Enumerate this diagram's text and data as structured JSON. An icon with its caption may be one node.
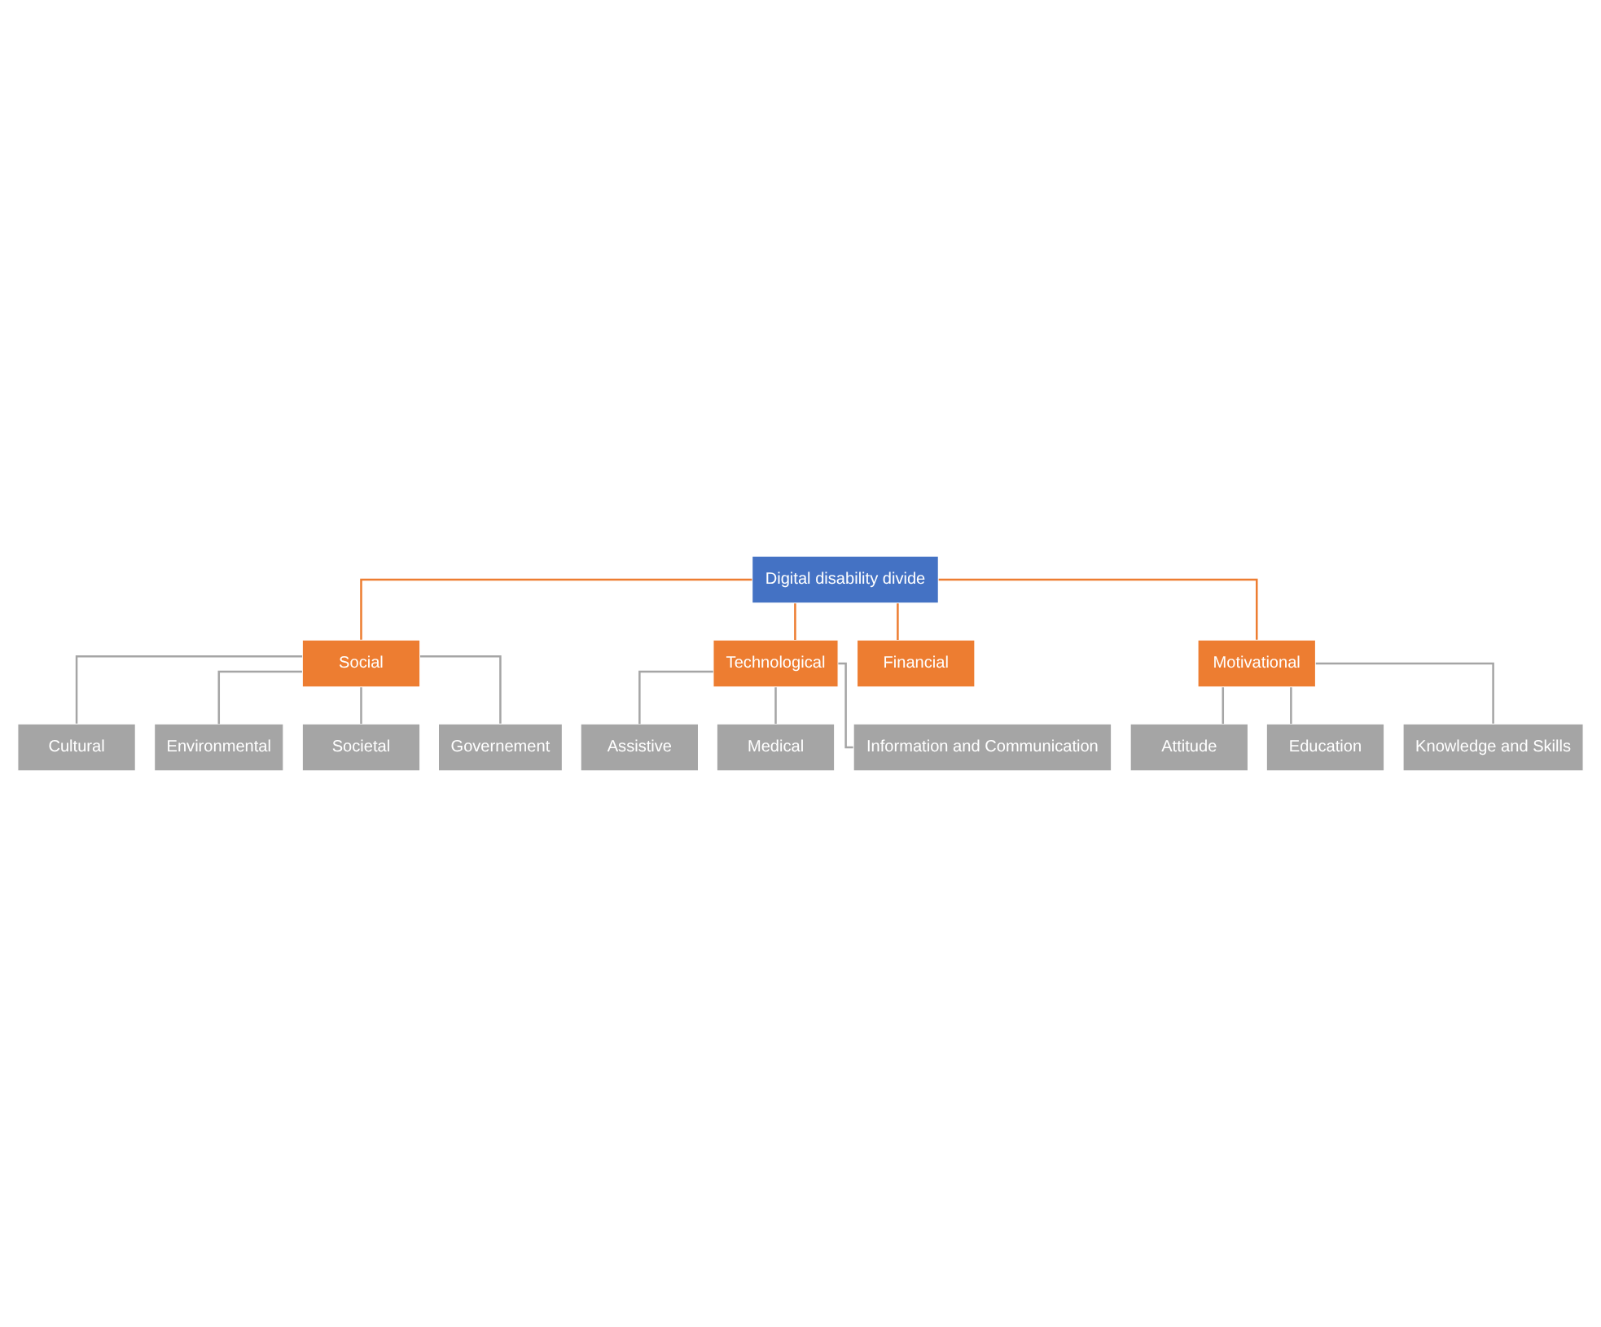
{
  "diagram": {
    "nodes": [
      {
        "text": [
          "Digital disability divide"
        ]
      },
      {
        "text": [
          "Social"
        ]
      },
      {
        "text": [
          "Technological"
        ]
      },
      {
        "text": [
          "Financial"
        ]
      },
      {
        "text": [
          "Motivational"
        ]
      },
      {
        "text": [
          "Cultural"
        ]
      },
      {
        "text": [
          "Environmental"
        ]
      },
      {
        "text": [
          "Societal"
        ]
      },
      {
        "text": [
          "Governement"
        ]
      },
      {
        "text": [
          "Assistive"
        ]
      },
      {
        "text": [
          "Medical"
        ]
      },
      {
        "text": [
          "Information and Communication"
        ]
      },
      {
        "text": [
          "Attitude"
        ]
      },
      {
        "text": [
          "Education"
        ]
      },
      {
        "text": [
          "Knowledge and Skills"
        ]
      }
    ],
    "edges": [
      {
        "from": 0,
        "to": 1,
        "arrow": "none",
        "color": "#ed7d31"
      },
      {
        "from": 0,
        "to": 2,
        "arrow": "none",
        "color": "#ed7d31"
      },
      {
        "from": 0,
        "to": 3,
        "arrow": "none",
        "color": "#ed7d31"
      },
      {
        "from": 0,
        "to": 4,
        "arrow": "none",
        "color": "#ed7d31"
      },
      {
        "from": 1,
        "to": 5,
        "arrow": "none"
      },
      {
        "from": 1,
        "to": 6,
        "arrow": "none"
      },
      {
        "from": 1,
        "to": 7,
        "arrow": "none"
      },
      {
        "from": 1,
        "to": 8,
        "arrow": "none"
      },
      {
        "from": 2,
        "to": 9,
        "arrow": "none"
      },
      {
        "from": 2,
        "to": 10,
        "arrow": "none"
      },
      {
        "from": 2,
        "to": 11,
        "arrow": "none"
      },
      {
        "from": 4,
        "to": 12,
        "arrow": "none"
      },
      {
        "from": 4,
        "to": 13,
        "arrow": "none"
      },
      {
        "from": 4,
        "to": 14,
        "arrow": "none"
      }
    ]
  }
}
